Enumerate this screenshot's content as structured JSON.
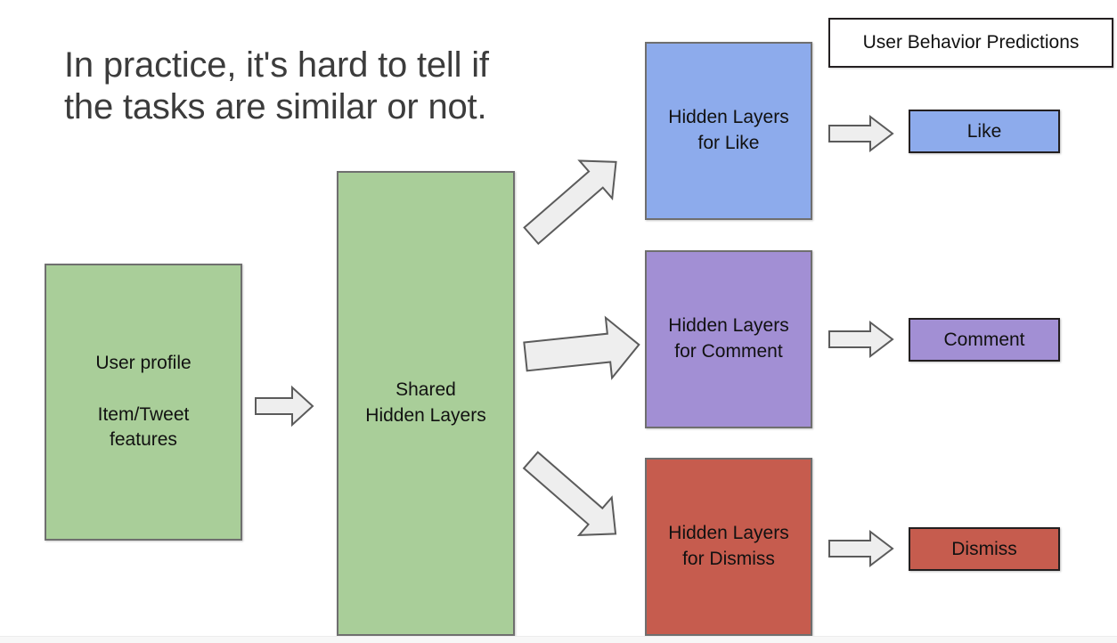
{
  "headline": {
    "text": "In practice, it's hard to tell if\nthe tasks are similar or not."
  },
  "legend": {
    "label": "User Behavior Predictions"
  },
  "nodes": {
    "input": {
      "label": "User profile\n\nItem/Tweet\nfeatures",
      "color": "#a9ce99"
    },
    "shared": {
      "label": "Shared\nHidden Layers",
      "color": "#a9ce99"
    },
    "towers": [
      {
        "name": "like",
        "label": "Hidden Layers\nfor Like",
        "color": "#8dabec",
        "output_label": "Like"
      },
      {
        "name": "comment",
        "label": "Hidden Layers\nfor Comment",
        "color": "#a28fd4",
        "output_label": "Comment"
      },
      {
        "name": "dismiss",
        "label": "Hidden Layers\nfor Dismiss",
        "color": "#c65c4e",
        "output_label": "Dismiss"
      }
    ]
  },
  "arrows": {
    "input_to_shared": "block-arrow-right-icon",
    "shared_to_like": "block-arrow-up-right-icon",
    "shared_to_comment": "block-arrow-right-icon",
    "shared_to_dismiss": "block-arrow-down-right-icon",
    "like_to_output": "block-arrow-right-icon",
    "comment_to_output": "block-arrow-right-icon",
    "dismiss_to_output": "block-arrow-right-icon",
    "fill_color": "#eeeeee",
    "stroke_color": "#5b5b5b"
  }
}
